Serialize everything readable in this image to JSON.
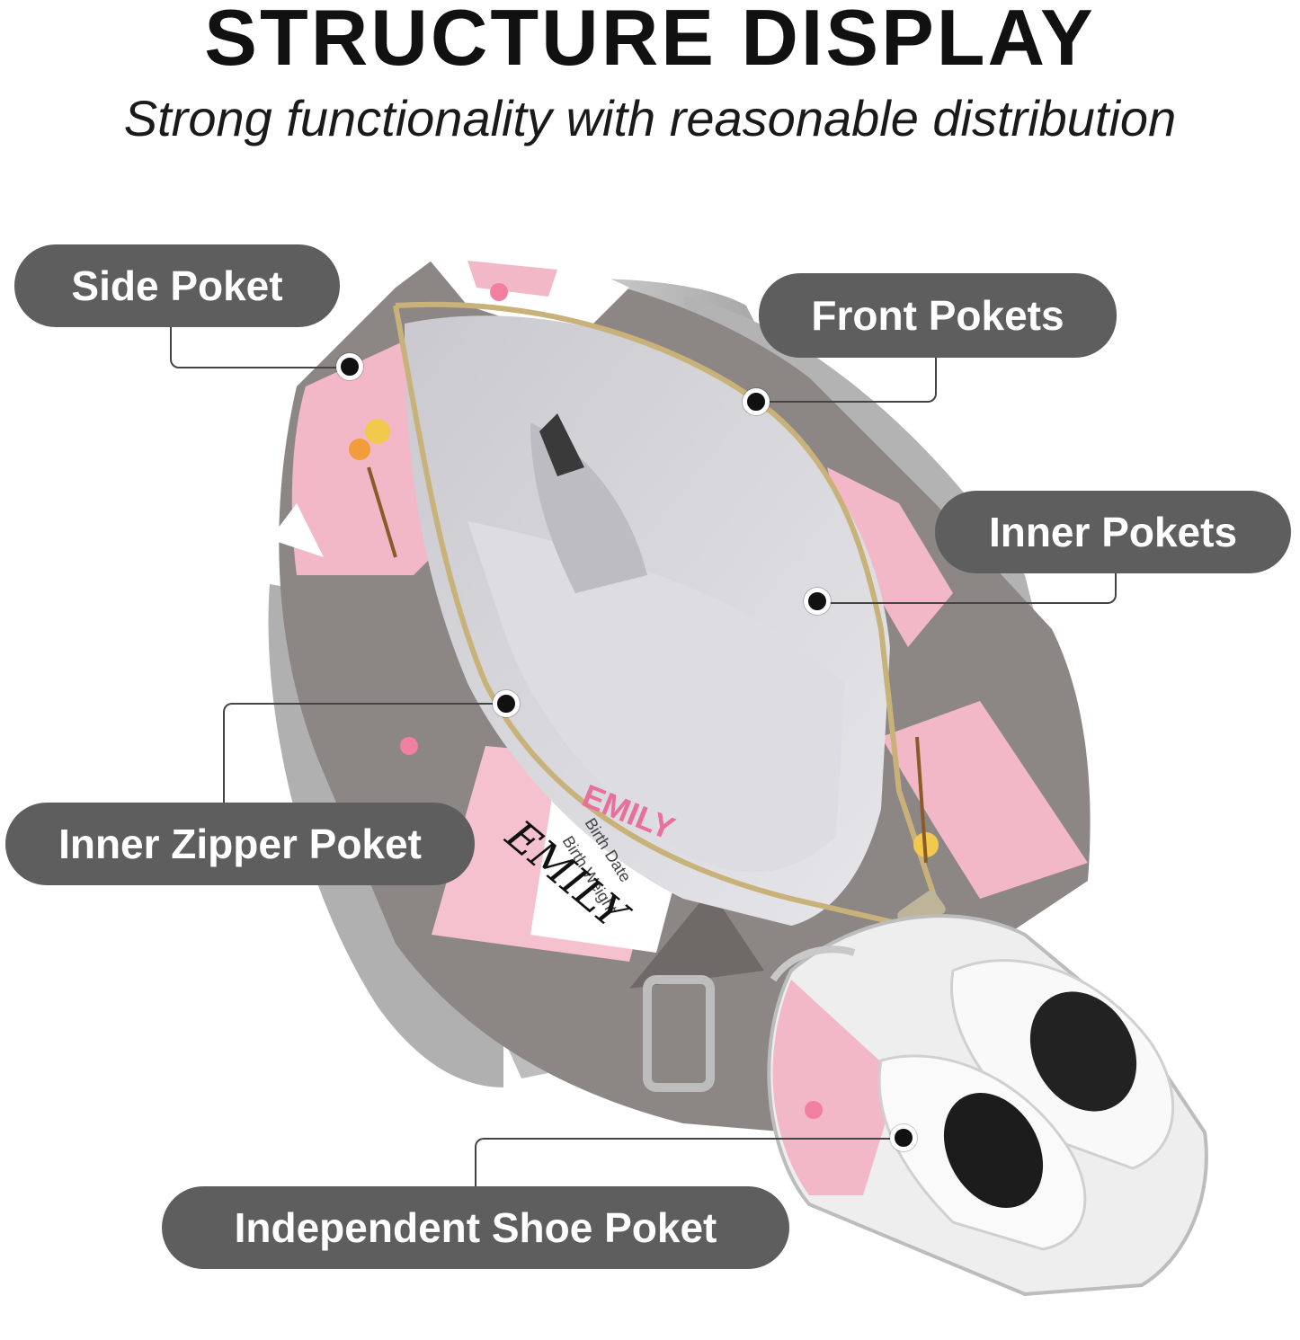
{
  "header": {
    "title": "STRUCTURE DISPLAY",
    "subtitle": "Strong functionality with reasonable distribution"
  },
  "callouts": {
    "side_pocket": "Side Poket",
    "front_pockets": "Front Pokets",
    "inner_pockets": "Inner Pokets",
    "inner_zipper_pocket": "Inner Zipper Poket",
    "shoe_pocket": "Independent Shoe Poket"
  },
  "bag_print": {
    "line1": "EMILY",
    "line2": "Birth Date",
    "line3": "Birth Weight",
    "script_name": "EMILY"
  },
  "colors": {
    "pill": "#5e5e5e",
    "bag_pink": "#f2b8c8",
    "bag_grey": "#8a8583",
    "lining": "#d9d9de",
    "strap": "#b9b9b9"
  }
}
